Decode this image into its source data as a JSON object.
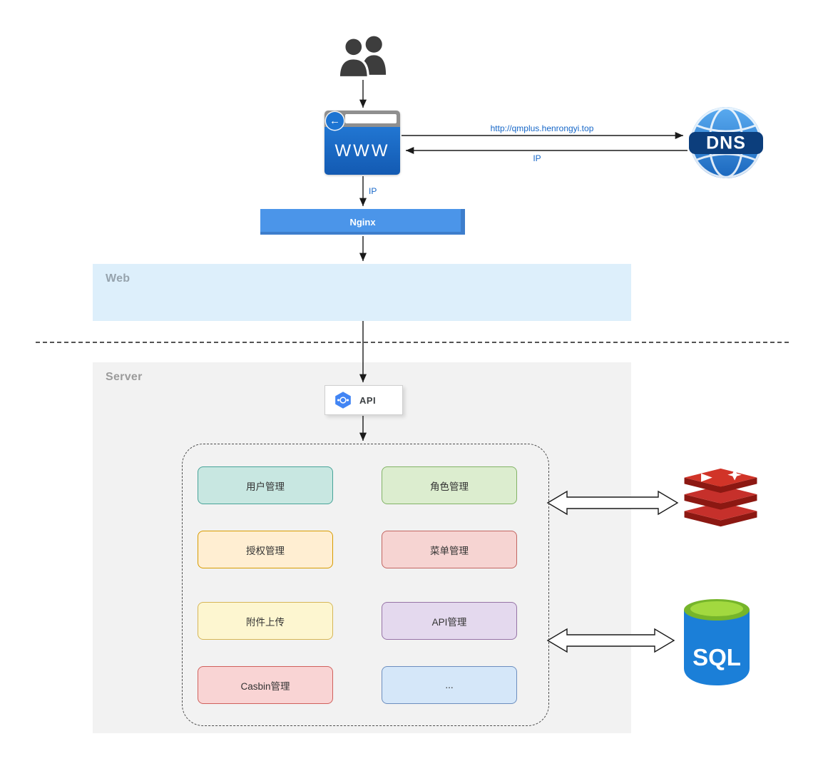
{
  "zones": {
    "web": {
      "label": "Web",
      "bg": "#ddeffb"
    },
    "server": {
      "label": "Server",
      "bg": "#f2f2f2"
    }
  },
  "nodes": {
    "browser": {
      "text": "WWW"
    },
    "dns": {
      "text": "DNS",
      "band_color": "#0c3e7c"
    },
    "nginx": {
      "label": "Nginx",
      "bg": "#4b95e9"
    },
    "api": {
      "label": "API",
      "icon_color": "#4285f4"
    },
    "redis": {
      "color": "#c6302b",
      "side_color": "#8c1812"
    },
    "sql": {
      "text": "SQL",
      "body_color": "#1b7fd8",
      "top_color": "#76b52a",
      "top_inner_color": "#a2d93f"
    }
  },
  "edges": {
    "dns_request_label": "http://qmplus.henrongyi.top",
    "dns_response_label": "IP",
    "browser_nginx_label": "IP"
  },
  "icons": {
    "users": "users-icon",
    "back_arrow_glyph": "←",
    "dns_globe": "dns-globe-icon",
    "api_hexagon": "api-hexagon-icon",
    "redis": "redis-database-icon",
    "sql": "sql-database-icon"
  },
  "modules": [
    {
      "label": "用户管理",
      "bg": "#c8e7e1",
      "border": "#47a398"
    },
    {
      "label": "角色管理",
      "bg": "#dcedcf",
      "border": "#82b366"
    },
    {
      "label": "授权管理",
      "bg": "#ffeed2",
      "border": "#d79b00"
    },
    {
      "label": "菜单管理",
      "bg": "#f6d4d2",
      "border": "#c26561"
    },
    {
      "label": "附件上传",
      "bg": "#fdf6d0",
      "border": "#d6b656"
    },
    {
      "label": "API管理",
      "bg": "#e4d9ee",
      "border": "#9673a6"
    },
    {
      "label": "Casbin管理",
      "bg": "#f9d4d4",
      "border": "#d0605c"
    },
    {
      "label": "...",
      "bg": "#d5e7f9",
      "border": "#6c8ebf"
    }
  ]
}
